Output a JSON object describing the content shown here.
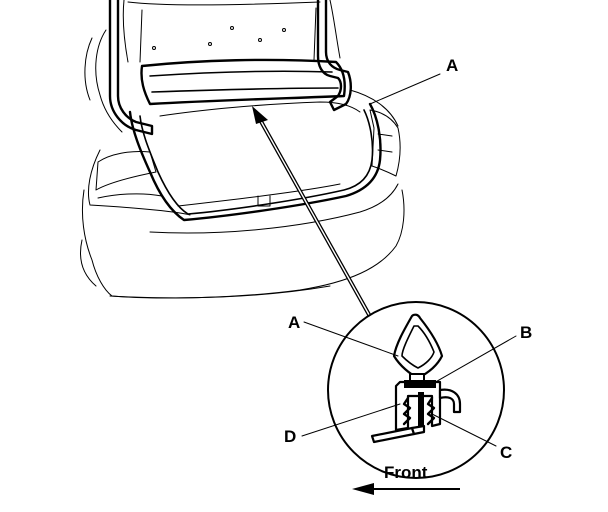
{
  "figure": {
    "callouts": {
      "a_top": "A",
      "a_detail": "A",
      "b": "B",
      "c": "C",
      "d": "D"
    },
    "direction_label": "Front"
  }
}
